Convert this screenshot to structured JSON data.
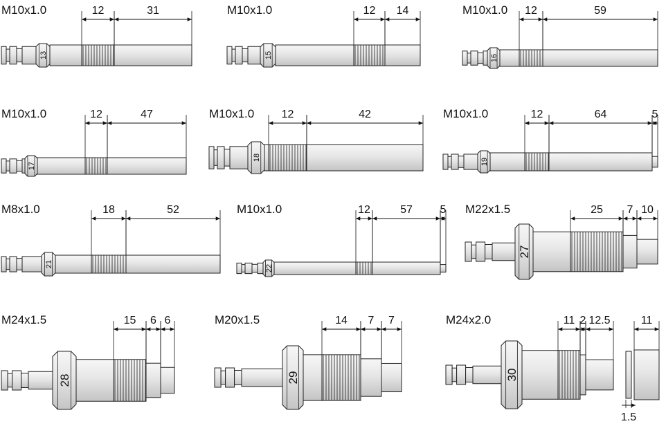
{
  "adapters": [
    {
      "thread": "M10x1.0",
      "hex": "13",
      "dims": [
        "12",
        "31"
      ]
    },
    {
      "thread": "M10x1.0",
      "hex": "15",
      "dims": [
        "12",
        "14"
      ]
    },
    {
      "thread": "M10x1.0",
      "hex": "16",
      "dims": [
        "12",
        "59"
      ]
    },
    {
      "thread": "M10x1.0",
      "hex": "17",
      "dims": [
        "12",
        "47"
      ]
    },
    {
      "thread": "M10x1.0",
      "hex": "18",
      "dims": [
        "12",
        "42"
      ]
    },
    {
      "thread": "M10x1.0",
      "hex": "19",
      "dims": [
        "12",
        "64",
        "5"
      ]
    },
    {
      "thread": "M8x1.0",
      "hex": "21",
      "dims": [
        "18",
        "52"
      ]
    },
    {
      "thread": "M10x1.0",
      "hex": "22",
      "dims": [
        "12",
        "57",
        "5"
      ]
    },
    {
      "thread": "M22x1.5",
      "hex": "27",
      "dims": [
        "25",
        "7",
        "10"
      ]
    },
    {
      "thread": "M24x1.5",
      "hex": "28",
      "dims": [
        "15",
        "6",
        "6"
      ]
    },
    {
      "thread": "M20x1.5",
      "hex": "29",
      "dims": [
        "14",
        "7",
        "7"
      ]
    },
    {
      "thread": "M24x2.0",
      "hex": "30",
      "dims": [
        "11",
        "2",
        "12.5"
      ],
      "extra_dims": [
        "11",
        "1.5"
      ]
    }
  ]
}
